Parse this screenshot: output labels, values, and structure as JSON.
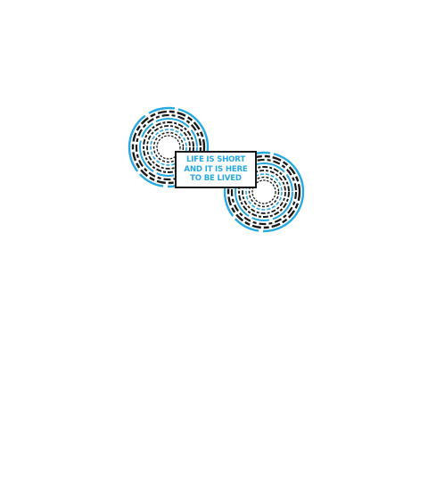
{
  "colors": {
    "background": "#ffffff",
    "ink": "#1a1a1a",
    "accent": "#29a8e0"
  },
  "graphic": {
    "name": "dashed-concentric-circles-infinity-icon",
    "label_lines": [
      "LIFE IS SHORT",
      "AND IT IS HERE",
      "TO BE LIVED"
    ]
  }
}
